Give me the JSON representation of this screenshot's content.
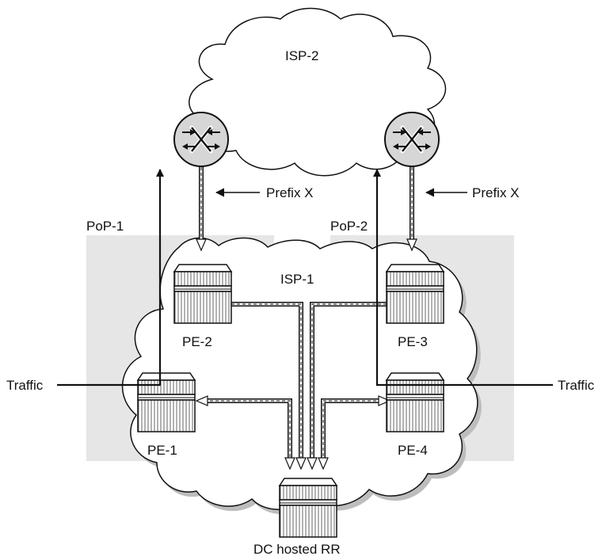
{
  "diagram": {
    "clouds": {
      "isp2": "ISP-2",
      "isp1": "ISP-1"
    },
    "pops": {
      "pop1": "PoP-1",
      "pop2": "PoP-2"
    },
    "routers": {
      "pe1": "PE-1",
      "pe2": "PE-2",
      "pe3": "PE-3",
      "pe4": "PE-4",
      "rr": "DC hosted RR"
    },
    "annotations": {
      "prefix_left": "Prefix X",
      "prefix_right": "Prefix X",
      "traffic_left": "Traffic",
      "traffic_right": "Traffic"
    },
    "icons": {
      "peering_router": "peering-router-icon",
      "pe_router": "pe-router-icon"
    },
    "colors": {
      "pop_zone": "#e6e6e6",
      "router_fill": "#d6d6d6",
      "line": "#111111"
    }
  }
}
